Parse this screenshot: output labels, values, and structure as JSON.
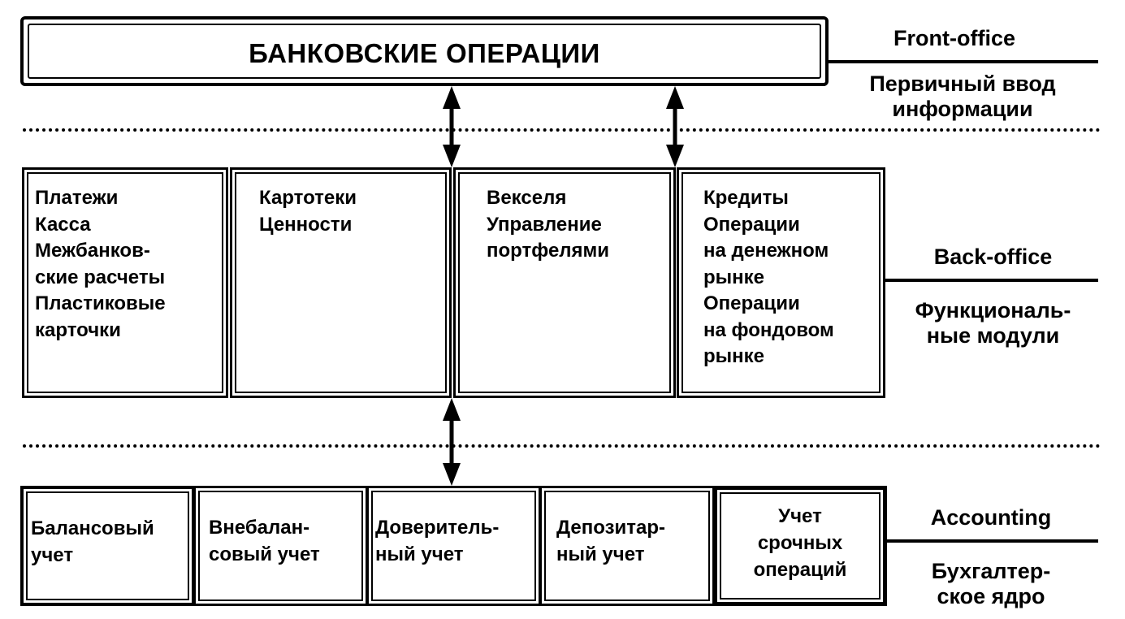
{
  "header": {
    "title": "БАНКОВСКИЕ ОПЕРАЦИИ"
  },
  "back_office_modules": [
    {
      "text": "Платежи\nКасса\nМежбанков-\nские расчеты\nПластиковые\nкарточки"
    },
    {
      "text": "Картотеки\nЦенности"
    },
    {
      "text": "Векселя\nУправление\nпортфелями"
    },
    {
      "text": "Кредиты\nОперации\nна денежном\nрынке\nОперации\nна фондовом\nрынке"
    }
  ],
  "accounting_modules": [
    {
      "text": "Балансовый\nучет"
    },
    {
      "text": "Внебалан-\nсовый учет"
    },
    {
      "text": "Доверитель-\nный учет"
    },
    {
      "text": "Депозитар-\nный учет"
    },
    {
      "text": "Учет\nсрочных\nопераций"
    }
  ],
  "levels": {
    "front_office": {
      "name": "Front-office",
      "description": "Первичный ввод\nинформации"
    },
    "back_office": {
      "name": "Back-office",
      "description": "Функциональ-\nные модули"
    },
    "accounting": {
      "name": "Accounting",
      "description": "Бухгалтер-\nское ядро"
    }
  }
}
